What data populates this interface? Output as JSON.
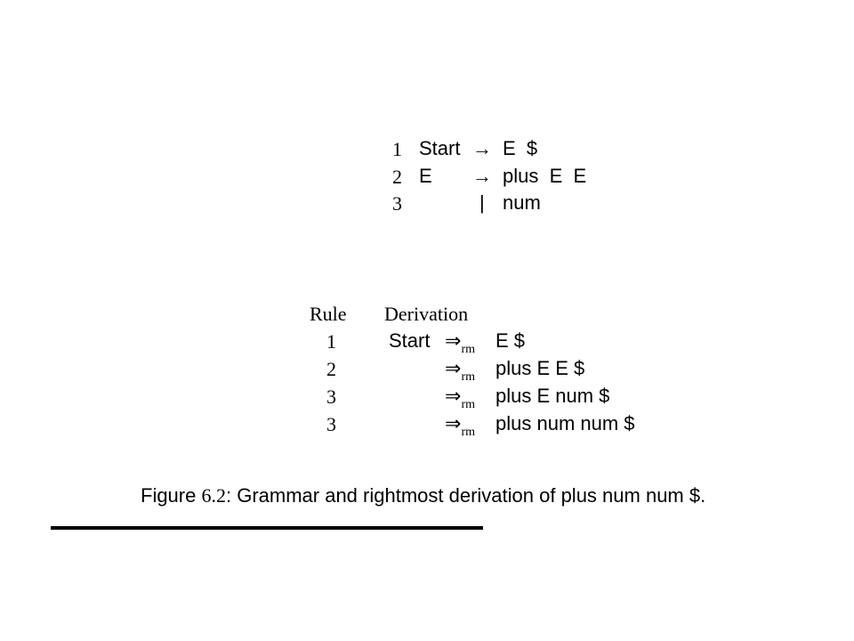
{
  "grammar": {
    "rules": [
      {
        "num": "1",
        "lhs": "Start",
        "arrow": "→",
        "rhs": "E  $"
      },
      {
        "num": "2",
        "lhs": "E",
        "arrow": "→",
        "rhs": "plus  E  E"
      },
      {
        "num": "3",
        "lhs": "",
        "arrow": "|",
        "rhs": "num"
      }
    ]
  },
  "derivation": {
    "header_rule": "Rule",
    "header_derivation": "Derivation",
    "start_label": "Start",
    "arrow": "⇒",
    "arrow_sub": "rm",
    "steps": [
      {
        "rule": "1",
        "form": "E $"
      },
      {
        "rule": "2",
        "form": "plus E E $"
      },
      {
        "rule": "3",
        "form": "plus E num $"
      },
      {
        "rule": "3",
        "form": "plus num num $"
      }
    ]
  },
  "caption": {
    "prefix": "Figure",
    "number": "6.2",
    "text": ": Grammar and rightmost derivation of plus num num $."
  }
}
